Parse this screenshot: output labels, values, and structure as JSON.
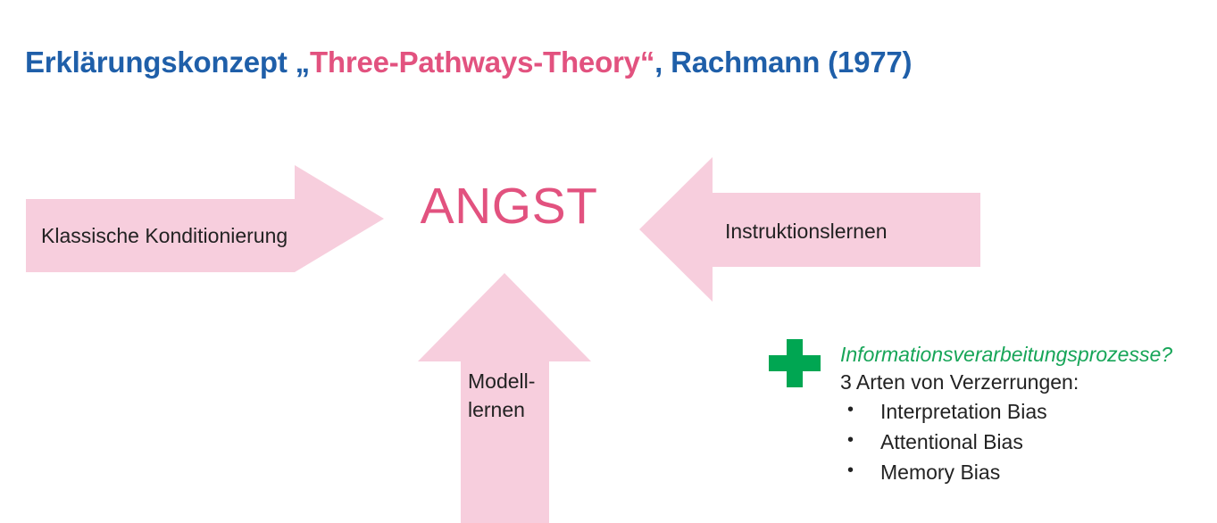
{
  "title": {
    "part1": "Erklärungskonzept „",
    "highlight": "Three-Pathways-Theory“",
    "part2": ", Rachmann (1977)"
  },
  "center": {
    "label": "ANGST"
  },
  "arrows": [
    {
      "id": "klassische-konditionierung",
      "label": "Klassische Konditionierung",
      "direction": "right"
    },
    {
      "id": "instruktionslernen",
      "label": "Instruktionslernen",
      "direction": "left"
    },
    {
      "id": "modelllernen",
      "label": "Modell-\nlernen",
      "direction": "up"
    }
  ],
  "info": {
    "icon": "green-cross-icon",
    "heading": "Informationsverarbeitungsprozesse?",
    "subheading": "3 Arten von Verzerrungen:",
    "bullet_glyph": "•",
    "items": [
      "Interpretation Bias",
      "Attentional Bias",
      "Memory Bias"
    ]
  },
  "colors": {
    "title_blue": "#1F5FA9",
    "title_pink": "#E2527F",
    "arrow_pink": "#F7CEDD",
    "center_pink": "#E2527F",
    "accent_green": "#17A558",
    "cross_green": "#00A652",
    "body_text": "#222222"
  }
}
